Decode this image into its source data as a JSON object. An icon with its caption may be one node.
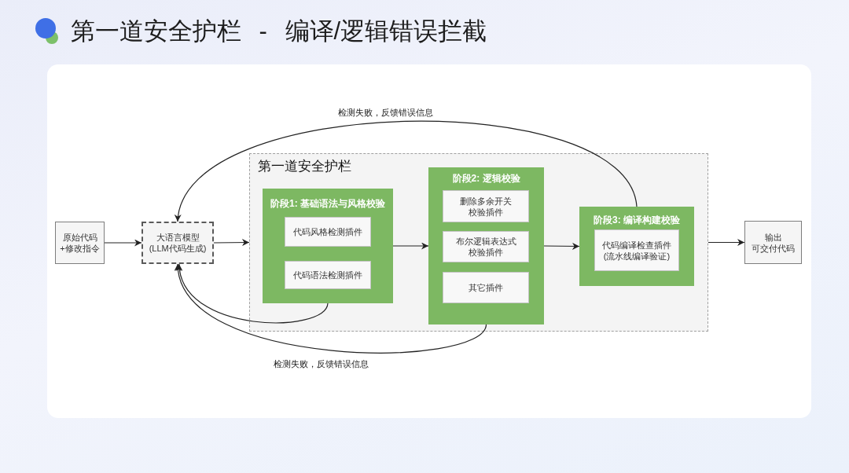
{
  "diagram": {
    "title": "第一道安全护栏 - 编译/逻辑错误拦截",
    "nodes": [
      {
        "text": [
          "原始代码+修改指令"
        ]
      },
      {
        "text": [
          "大语言模型(LLM代码生成)"
        ]
      },
      {
        "text": [
          "第一道安全护栏"
        ]
      },
      {
        "text": [
          "阶段1: 基础语法与风格校验"
        ],
        "in": 2
      },
      {
        "text": [
          "代码风格检测插件"
        ],
        "in": 3
      },
      {
        "text": [
          "代码语法检测插件"
        ],
        "in": 3
      },
      {
        "text": [
          "阶段2: 逻辑校验"
        ],
        "in": 2
      },
      {
        "text": [
          "删除多余开关校验插件"
        ],
        "in": 6
      },
      {
        "text": [
          "布尔逻辑表达式校验插件"
        ],
        "in": 6
      },
      {
        "text": [
          "其它插件"
        ],
        "in": 6
      },
      {
        "text": [
          "阶段3: 编译构建校验"
        ],
        "in": 2
      },
      {
        "text": [
          "代码编译检查插件(流水线编译验证)"
        ],
        "in": 10
      },
      {
        "text": [
          "输出",
          "可交付代码"
        ]
      }
    ],
    "edges": [
      {
        "from": 0,
        "to": 1,
        "arrow": "to"
      },
      {
        "from": 1,
        "to": 2,
        "arrow": "to"
      },
      {
        "from": 3,
        "to": 6,
        "arrow": "to"
      },
      {
        "from": 6,
        "to": 10,
        "arrow": "to"
      },
      {
        "from": 2,
        "to": 12,
        "arrow": "to"
      },
      {
        "from": 10,
        "to": 1,
        "arrow": "to",
        "label": "检测失败，反馈错误信息"
      },
      {
        "from": 3,
        "to": 1,
        "arrow": "to"
      },
      {
        "from": 6,
        "to": 1,
        "arrow": "to",
        "label": "检测失败，反馈错误信息"
      }
    ]
  }
}
